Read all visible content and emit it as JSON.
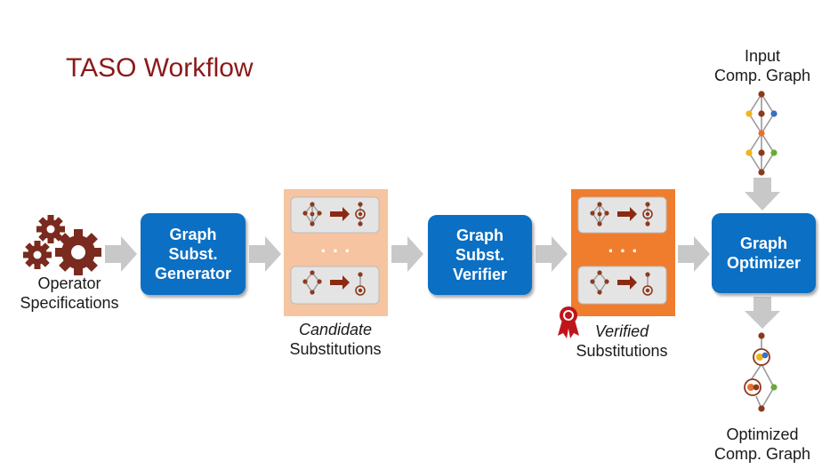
{
  "title": "TASO Workflow",
  "boxes": {
    "generator": "Graph\nSubst.\nGenerator",
    "verifier": "Graph\nSubst.\nVerifier",
    "optimizer": "Graph\nOptimizer"
  },
  "labels": {
    "operator_line1": "Operator",
    "operator_line2": "Specifications",
    "candidate_line1": "Candidate",
    "candidate_line2": "Substitutions",
    "verified_line1": "Verified",
    "verified_line2": "Substitutions",
    "input_line1": "Input",
    "input_line2": "Comp. Graph",
    "optimized_line1": "Optimized",
    "optimized_line2": "Comp. Graph"
  },
  "ellipsis": "· · ·",
  "colors": {
    "title": "#8b1a1a",
    "box": "#0b6fc4",
    "gear": "#7a2a1e",
    "candidate_panel": "#f6c4a0",
    "verified_panel": "#ef7d2d",
    "arrow": "#c8c8c8",
    "node": "#8b3a1e",
    "edge": "#9a9a9a"
  }
}
